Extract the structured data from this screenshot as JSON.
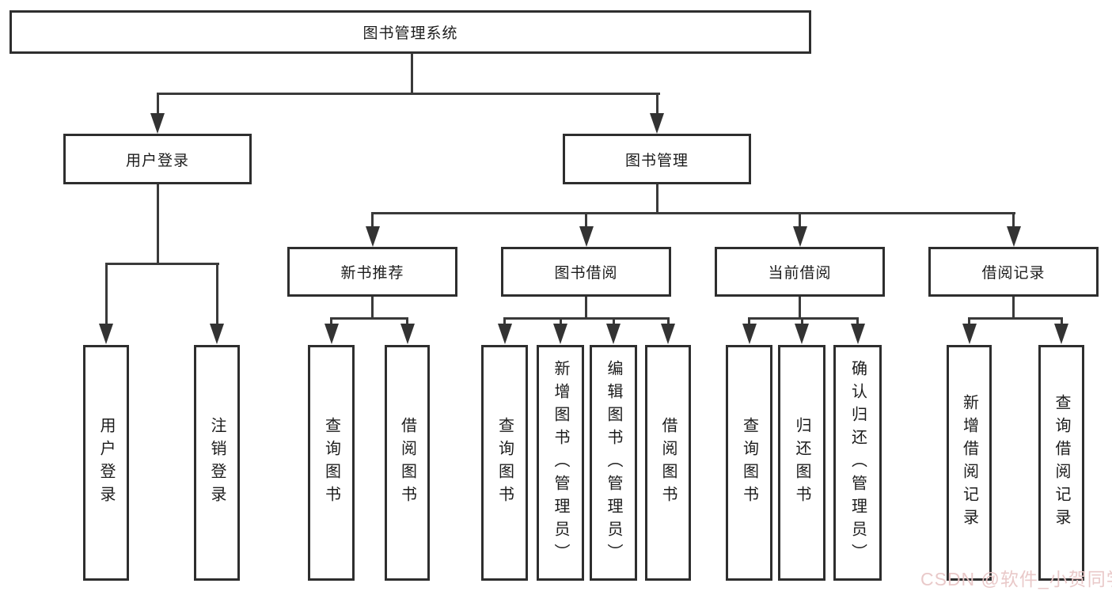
{
  "diagram": {
    "root_label": "图书管理系统",
    "branches": [
      {
        "label": "用户登录",
        "leaves": [
          {
            "label": "用户登录"
          },
          {
            "label": "注销登录"
          }
        ]
      },
      {
        "label": "图书管理",
        "sections": [
          {
            "label": "新书推荐",
            "leaves": [
              {
                "label": "查询图书"
              },
              {
                "label": "借阅图书"
              }
            ]
          },
          {
            "label": "图书借阅",
            "leaves": [
              {
                "label": "查询图书"
              },
              {
                "label": "新增图书（管理员）"
              },
              {
                "label": "编辑图书（管理员）"
              },
              {
                "label": "借阅图书"
              }
            ]
          },
          {
            "label": "当前借阅",
            "leaves": [
              {
                "label": "查询图书"
              },
              {
                "label": "归还图书"
              },
              {
                "label": "确认归还（管理员）"
              }
            ]
          },
          {
            "label": "借阅记录",
            "leaves": [
              {
                "label": "新增借阅记录"
              },
              {
                "label": "查询借阅记录"
              }
            ]
          }
        ]
      }
    ]
  },
  "watermark": {
    "text": "CSDN @软件_小贺同学"
  },
  "colors": {
    "background": "#ffffff",
    "line": "#3a3a3a",
    "box_border": "#2e2e2e",
    "text": "#1c1c1c",
    "watermark": "#e8c6c6"
  }
}
